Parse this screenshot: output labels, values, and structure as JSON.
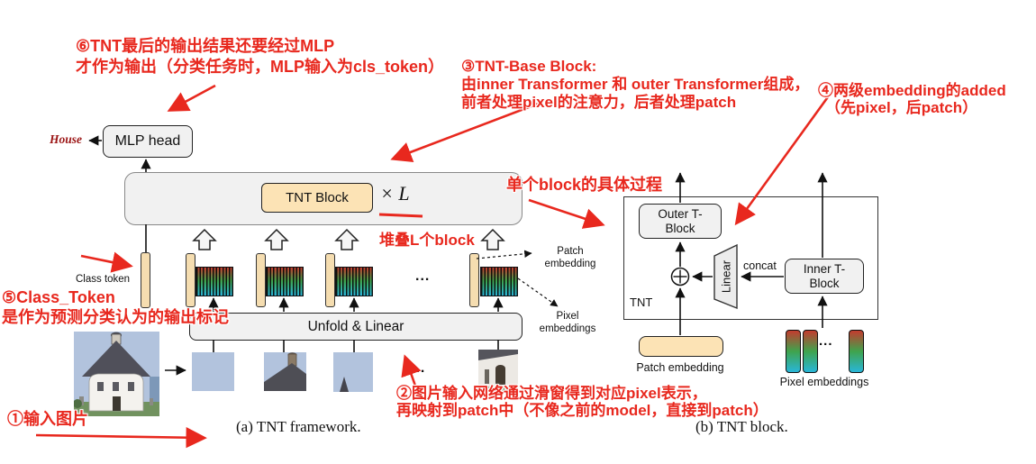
{
  "title": "TNT architecture annotated figure",
  "annotations": {
    "step1": "①输入图片",
    "step2_line1": "②图片输入网络通过滑窗得到对应pixel表示，",
    "step2_line2": "再映射到patch中（不像之前的model，直接到patch）",
    "step3_line1": "③TNT-Base Block:",
    "step3_line2": "由inner Transformer 和 outer Transformer组成，",
    "step3_line3": "前者处理pixel的注意力，后者处理patch",
    "step4_line1": "④两级embedding的added",
    "step4_line2": "（先pixel，后patch）",
    "step5_line1": "⑤Class_Token",
    "step5_line2": "是作为预测分类认为的输出标记",
    "step6_line1": "⑥TNT最后的输出结果还要经过MLP",
    "step6_line2": "才作为输出（分类任务时，MLP输入为cls_token）",
    "block_process": "单个block的具体过程",
    "stack_blocks": "堆叠L个block"
  },
  "framework": {
    "caption": "(a) TNT framework.",
    "house_label": "House",
    "mlp_head": "MLP head",
    "tnt_block": "TNT Block",
    "times_l": "× L",
    "class_token": "Class token",
    "patch_embedding": "Patch embedding",
    "pixel_embeddings": "Pixel embeddings",
    "unfold_linear": "Unfold & Linear",
    "tokens_ellipsis": "...",
    "patches_ellipsis": "..."
  },
  "block_diagram": {
    "caption": "(b) TNT block.",
    "outer_t_block": "Outer T-Block",
    "inner_t_block": "Inner T-Block",
    "linear": "Linear",
    "concat": "concat",
    "tnt": "TNT",
    "patch_embedding": "Patch embedding",
    "pixel_embeddings": "Pixel embeddings",
    "ellipsis": "..."
  },
  "colors": {
    "annotation_red": "#e8281e",
    "wheat": "#fce3b5",
    "token_tan": "#f5ddb0",
    "box_gray": "#f1f1f1",
    "house_label_red": "#9b1414",
    "gradient_top": "#c43b2e",
    "gradient_mid": "#3fa34d",
    "gradient_bottom": "#29b6d8"
  }
}
